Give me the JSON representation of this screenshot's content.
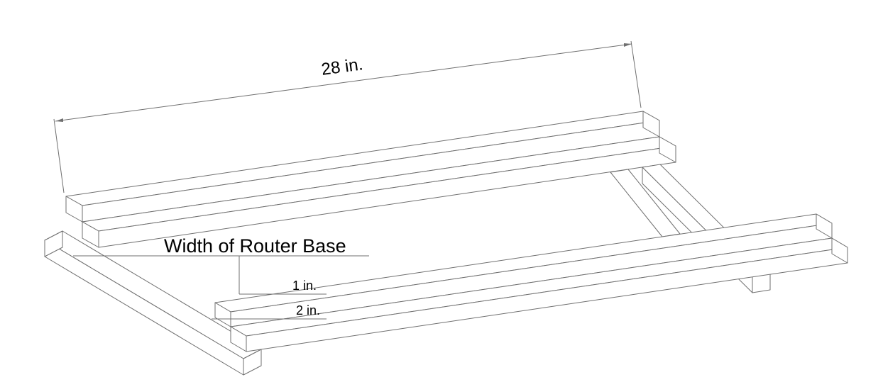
{
  "page": {
    "background_color": "#ffffff"
  },
  "drawing": {
    "line_color": "#6f6f6f",
    "text_color": "#000000",
    "dimensions": {
      "length": "28 in.",
      "router_base_width": "Width of Router Base",
      "lip_width": "1 in.",
      "rail_width": "2 in."
    }
  }
}
